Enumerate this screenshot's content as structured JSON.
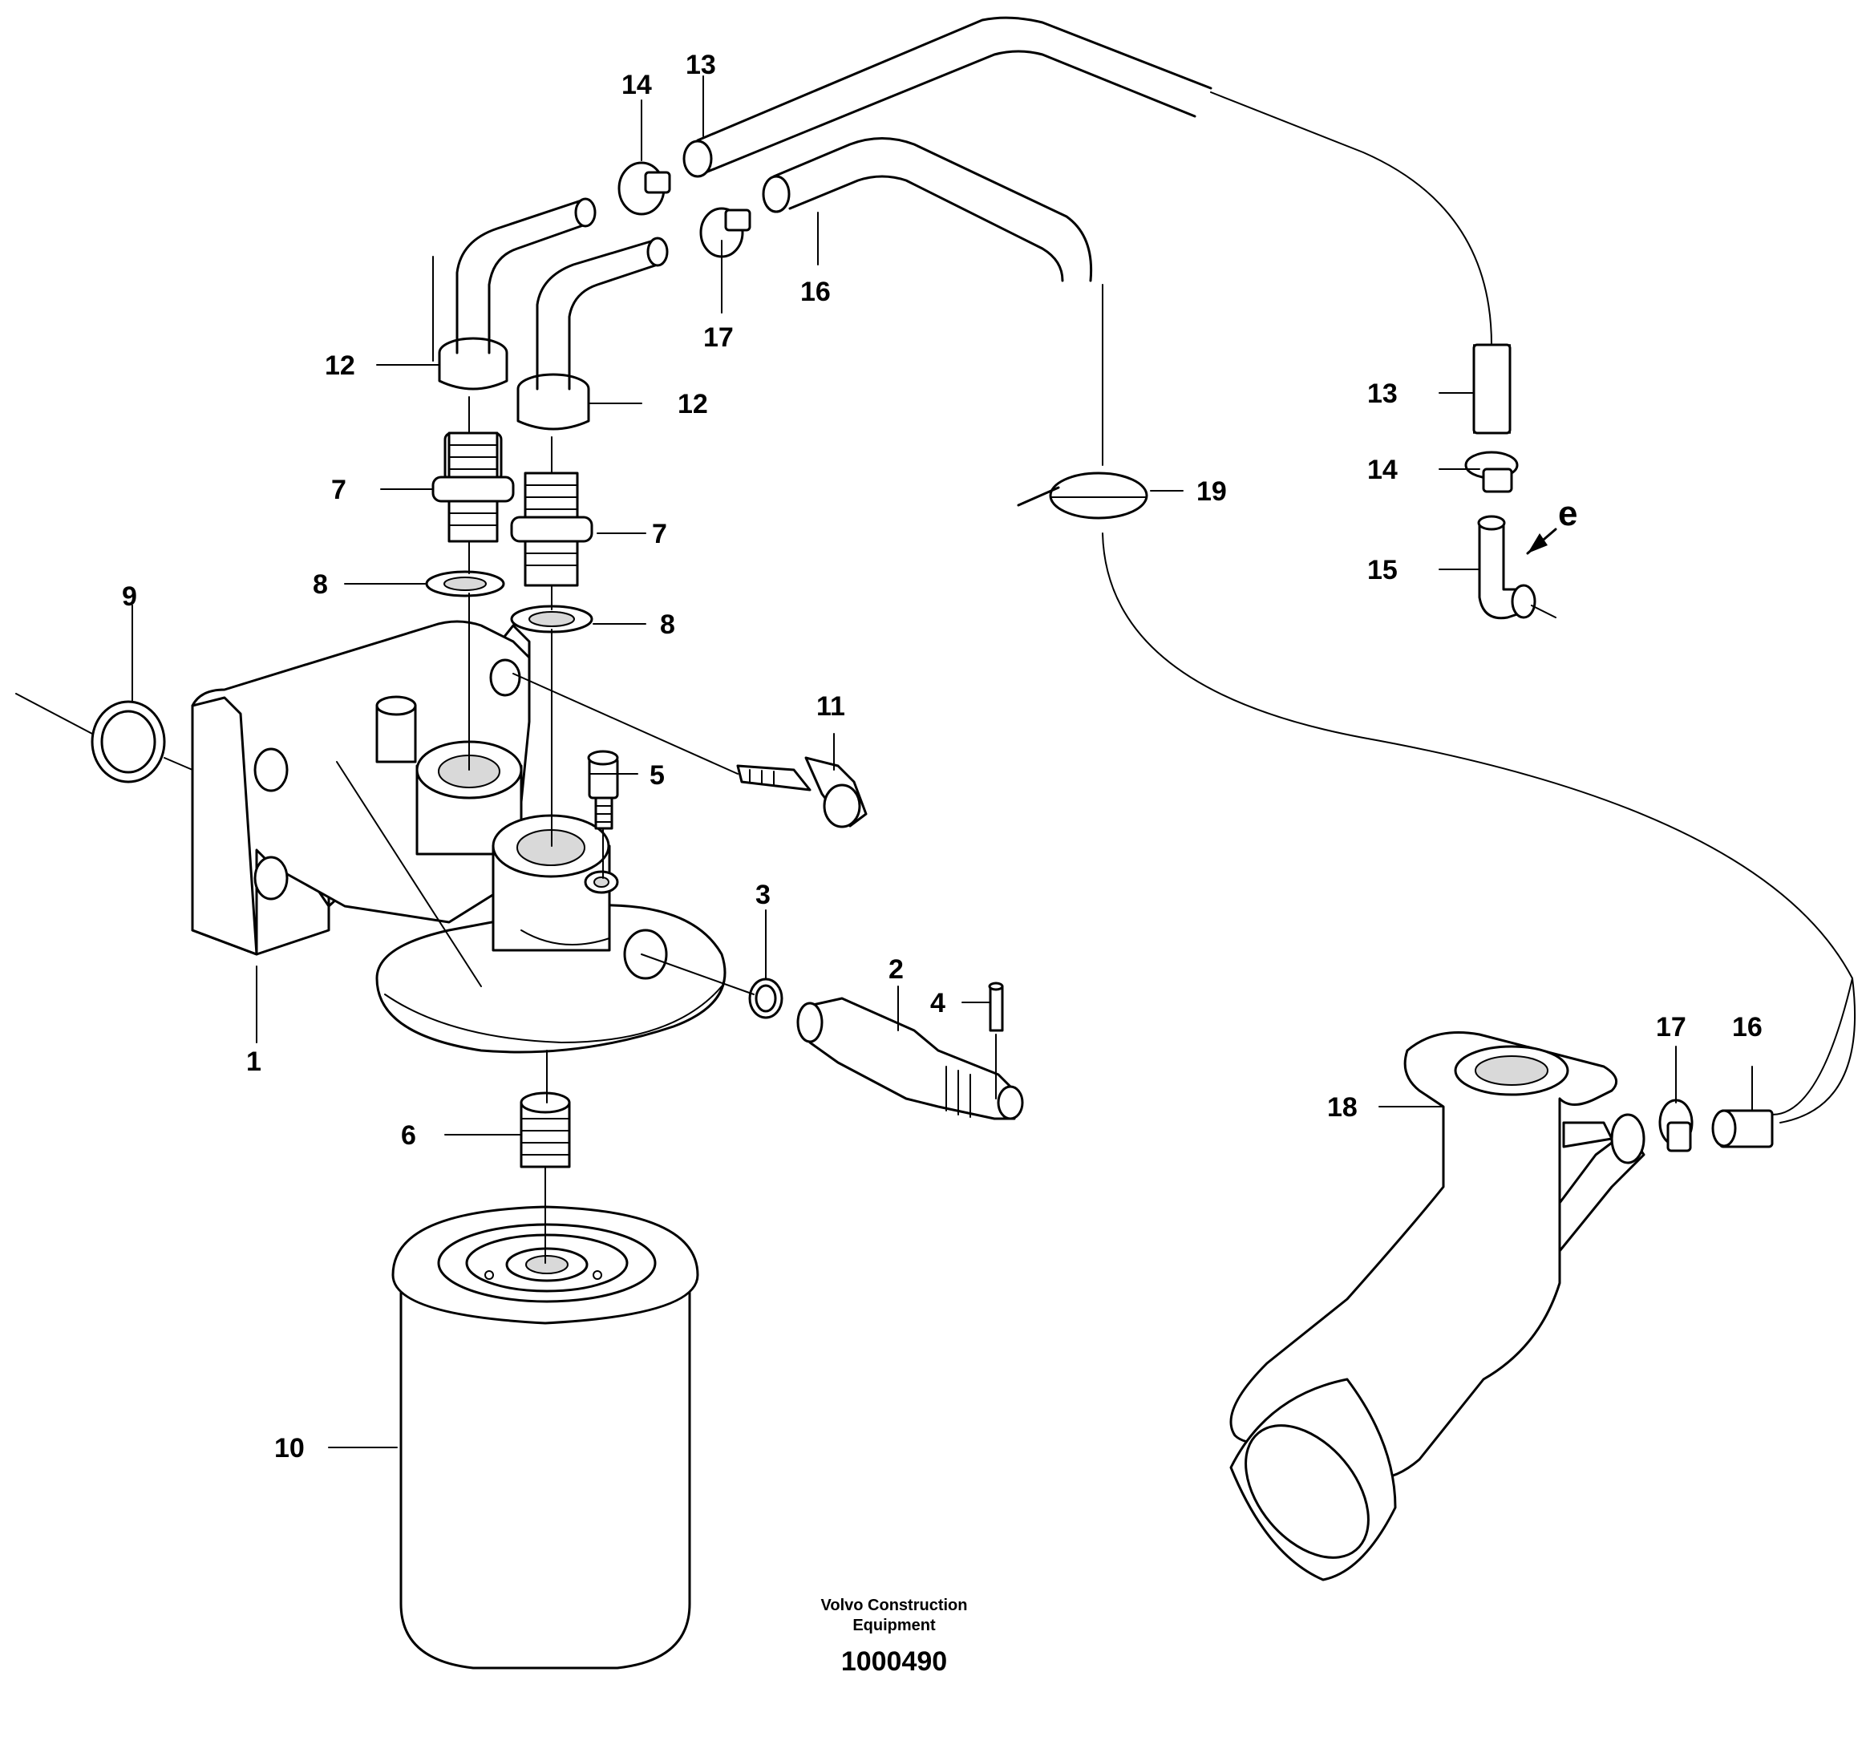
{
  "callouts": {
    "c1": "1",
    "c2": "2",
    "c3": "3",
    "c4": "4",
    "c5": "5",
    "c6": "6",
    "c7a": "7",
    "c7b": "7",
    "c8a": "8",
    "c8b": "8",
    "c9": "9",
    "c10": "10",
    "c11": "11",
    "c12a": "12",
    "c12b": "12",
    "c13a": "13",
    "c13b": "13",
    "c14a": "14",
    "c14b": "14",
    "c15": "15",
    "c16a": "16",
    "c16b": "16",
    "c17a": "17",
    "c17b": "17",
    "c18": "18",
    "c19": "19",
    "ce": "e"
  },
  "caption": {
    "line1": "Volvo Construction",
    "line2": "Equipment",
    "number": "1000490"
  }
}
